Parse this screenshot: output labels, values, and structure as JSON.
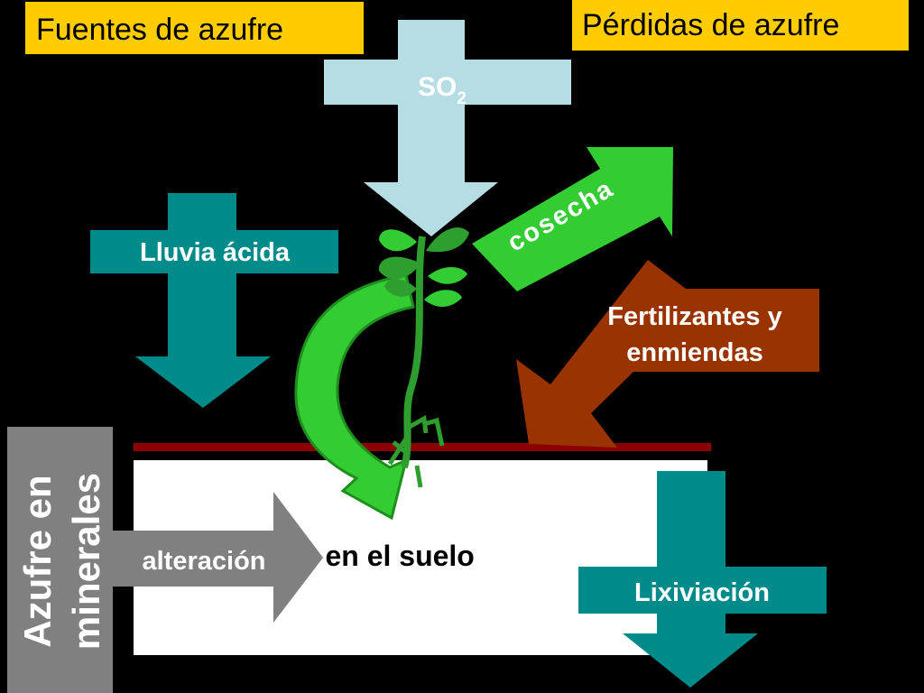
{
  "title_sources": "Fuentes de azufre",
  "title_losses": "Pérdidas de azufre",
  "so2": {
    "base": "SO",
    "sub": "2"
  },
  "acid_rain": "Lluvia ácida",
  "harvest": "cosecha",
  "fertilizers": {
    "line1": "Fertilizantes y",
    "line2": "enmiendas"
  },
  "soil_sulfur": "Azufre en el suelo",
  "mineral_sulfur": {
    "line1": "Azufre  en",
    "line2": "minerales"
  },
  "weathering": "alteración",
  "leaching": "Lixiviación",
  "colors": {
    "label_yellow": "#ffcc00",
    "so2": "#b5dde3",
    "acid_rain": "#008b8b",
    "harvest": "#33cc33",
    "fertilizers": "#993300",
    "soil": "#ffffff",
    "soil_line": "#8b0000",
    "minerals": "#808080",
    "plant": "#2e9e2e"
  }
}
